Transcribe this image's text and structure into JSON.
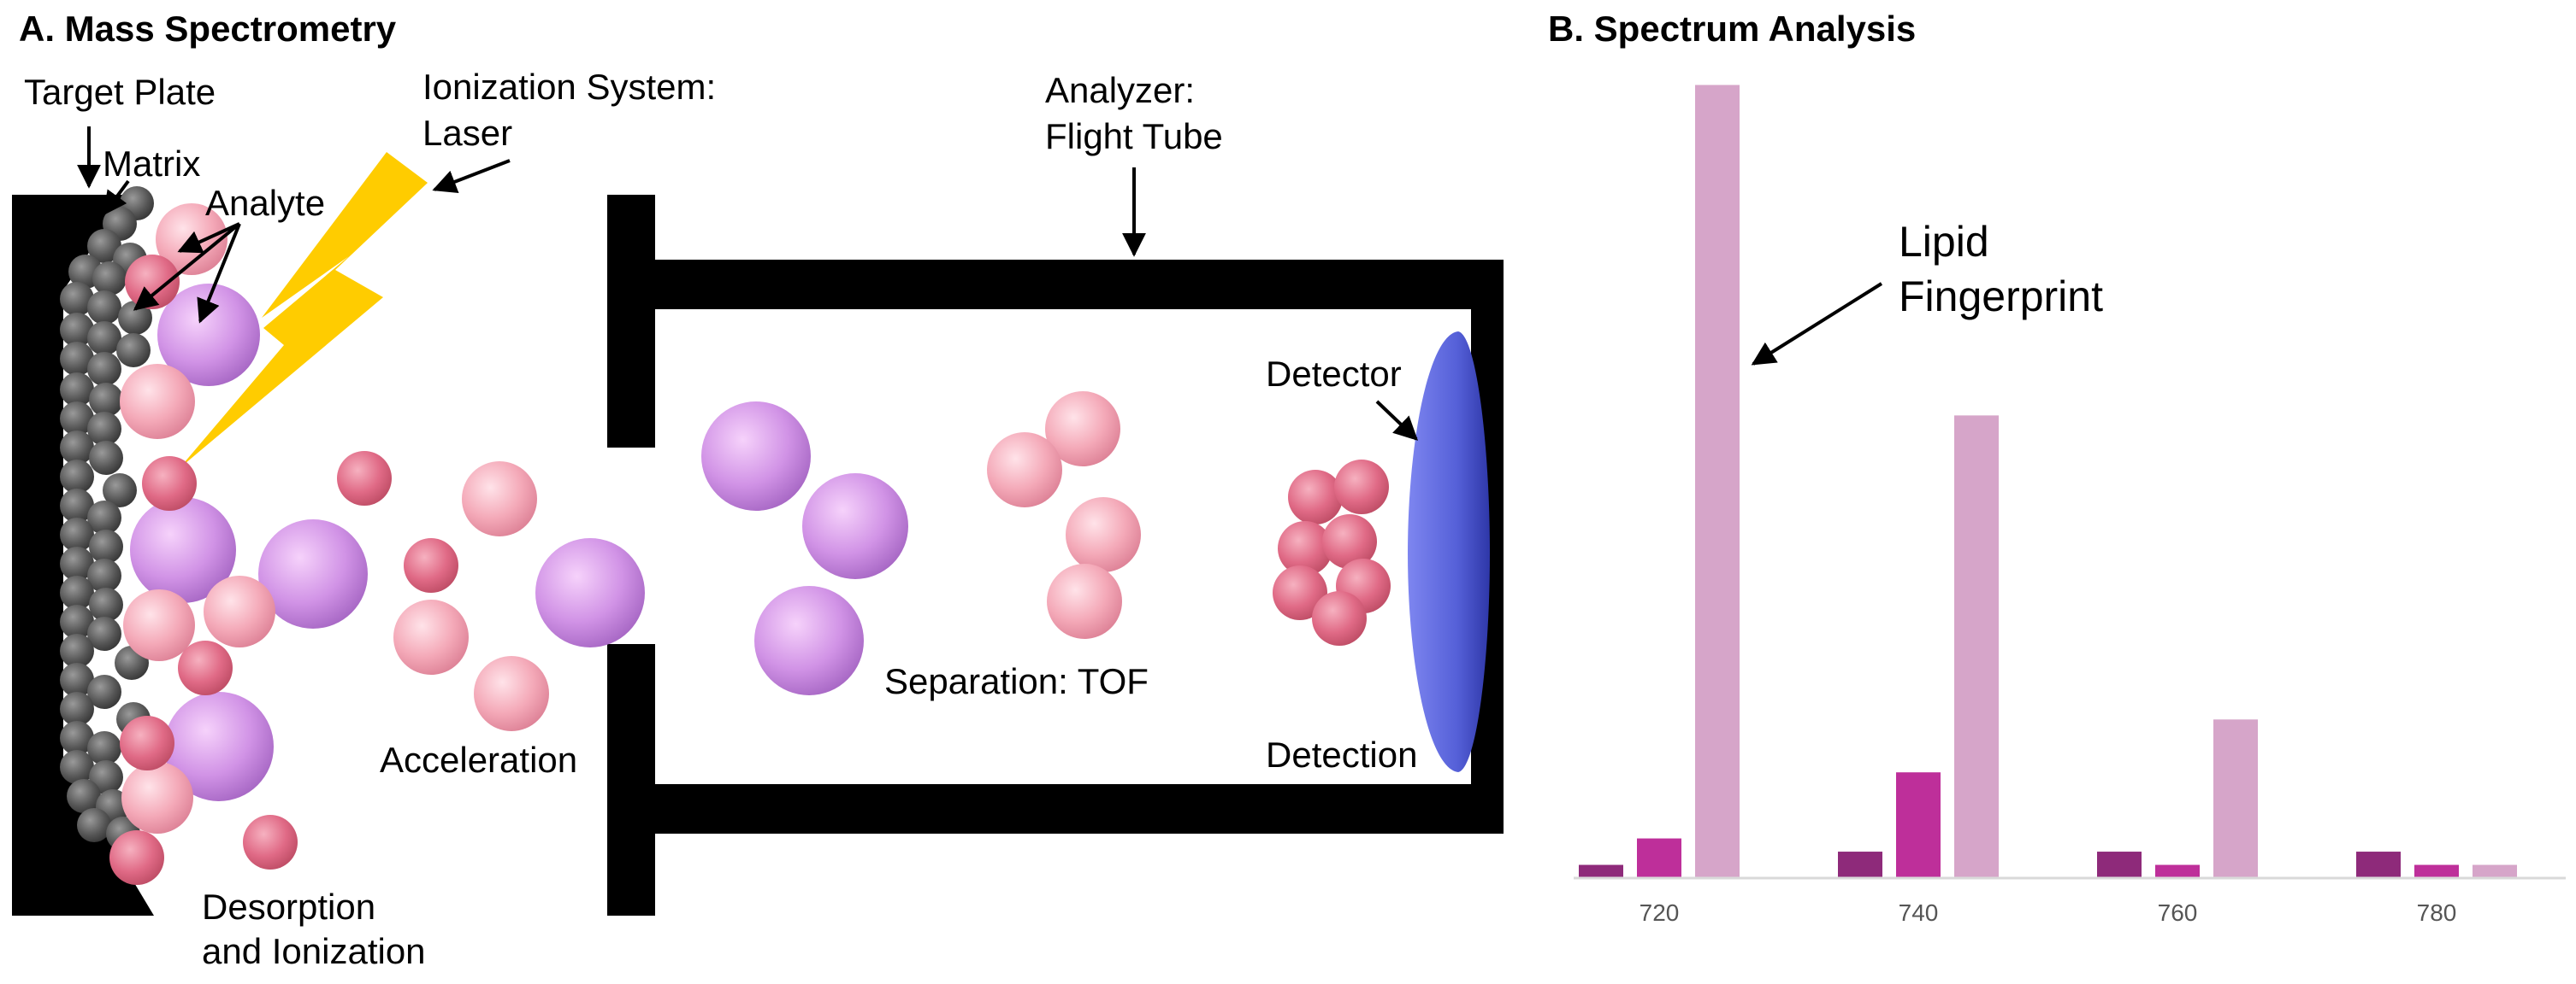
{
  "panel_a": {
    "title": "A. Mass Spectrometry",
    "labels": {
      "target_plate": "Target Plate",
      "matrix": "Matrix",
      "analyte": "Analyte",
      "ionization_line1": "Ionization System:",
      "ionization_line2": "Laser",
      "analyzer_line1": "Analyzer:",
      "analyzer_line2": "Flight Tube",
      "detector": "Detector",
      "separation": "Separation: TOF",
      "acceleration": "Acceleration",
      "detection": "Detection",
      "desorption_line1": "Desorption",
      "desorption_line2": "and Ionization"
    },
    "colors": {
      "laser": "#FFCC00",
      "matrix_bead": "#555555",
      "detector": "#5560D8",
      "analyte_large": "#C98BE0",
      "analyte_medium": "#F2A3B3",
      "analyte_small": "#E0637F"
    }
  },
  "panel_b": {
    "title": "B. Spectrum Analysis",
    "annotation_line1": "Lipid",
    "annotation_line2": "Fingerprint"
  },
  "chart_data": {
    "type": "bar",
    "title": "B. Spectrum Analysis",
    "categories": [
      "720",
      "740",
      "760",
      "780"
    ],
    "series": [
      {
        "color": "#8E2A7A",
        "values": [
          2,
          4,
          4,
          4
        ]
      },
      {
        "color": "#BE2F9A",
        "values": [
          6,
          16,
          2,
          2
        ]
      },
      {
        "color": "#D6A5C9",
        "values": [
          120,
          70,
          24,
          2
        ]
      }
    ],
    "ylim": [
      0,
      122
    ],
    "grid": false,
    "annotation": "Lipid Fingerprint"
  }
}
